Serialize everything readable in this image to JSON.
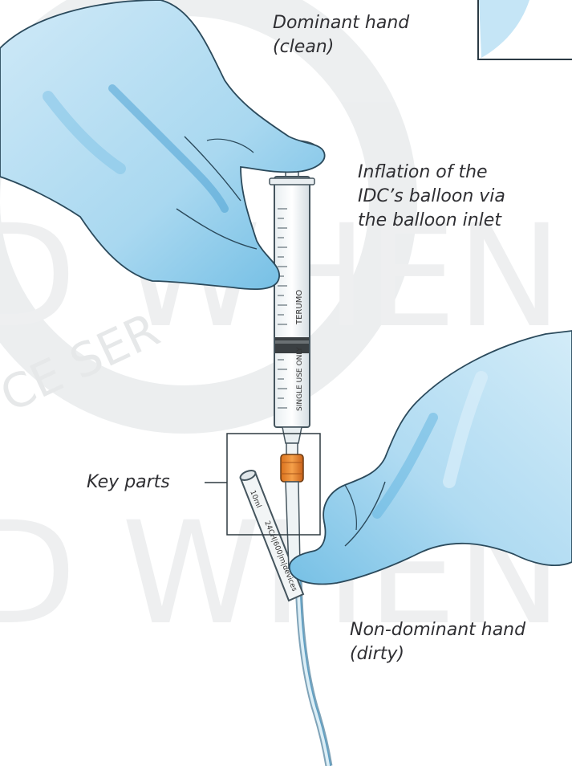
{
  "labels": {
    "dominant_hand": "Dominant hand",
    "dominant_hand_note": "(clean)",
    "inflation_line1": "Inflation of the",
    "inflation_line2": "IDC’s balloon via",
    "inflation_line3": "the balloon inlet",
    "key_parts": "Key parts",
    "non_dominant_hand": "Non-dominant hand",
    "non_dominant_hand_note": "(dirty)"
  },
  "syringe_text": {
    "brand": "TERUMO",
    "single_use": "SINGLE USE ONLY"
  },
  "catheter_text": {
    "volume": "10ml",
    "print": "24CH|600|m|devices"
  },
  "watermark": {
    "background_text_upper": "D WHEN P",
    "background_text_lower": "D WHEN P",
    "seal_text": "CE SER"
  },
  "colors": {
    "glove": "#a9d8f0",
    "glove_shadow": "#5fb3e0",
    "glove_outline": "#2b4a5c",
    "valve": "#f08a2c",
    "text": "#2f2f33"
  }
}
